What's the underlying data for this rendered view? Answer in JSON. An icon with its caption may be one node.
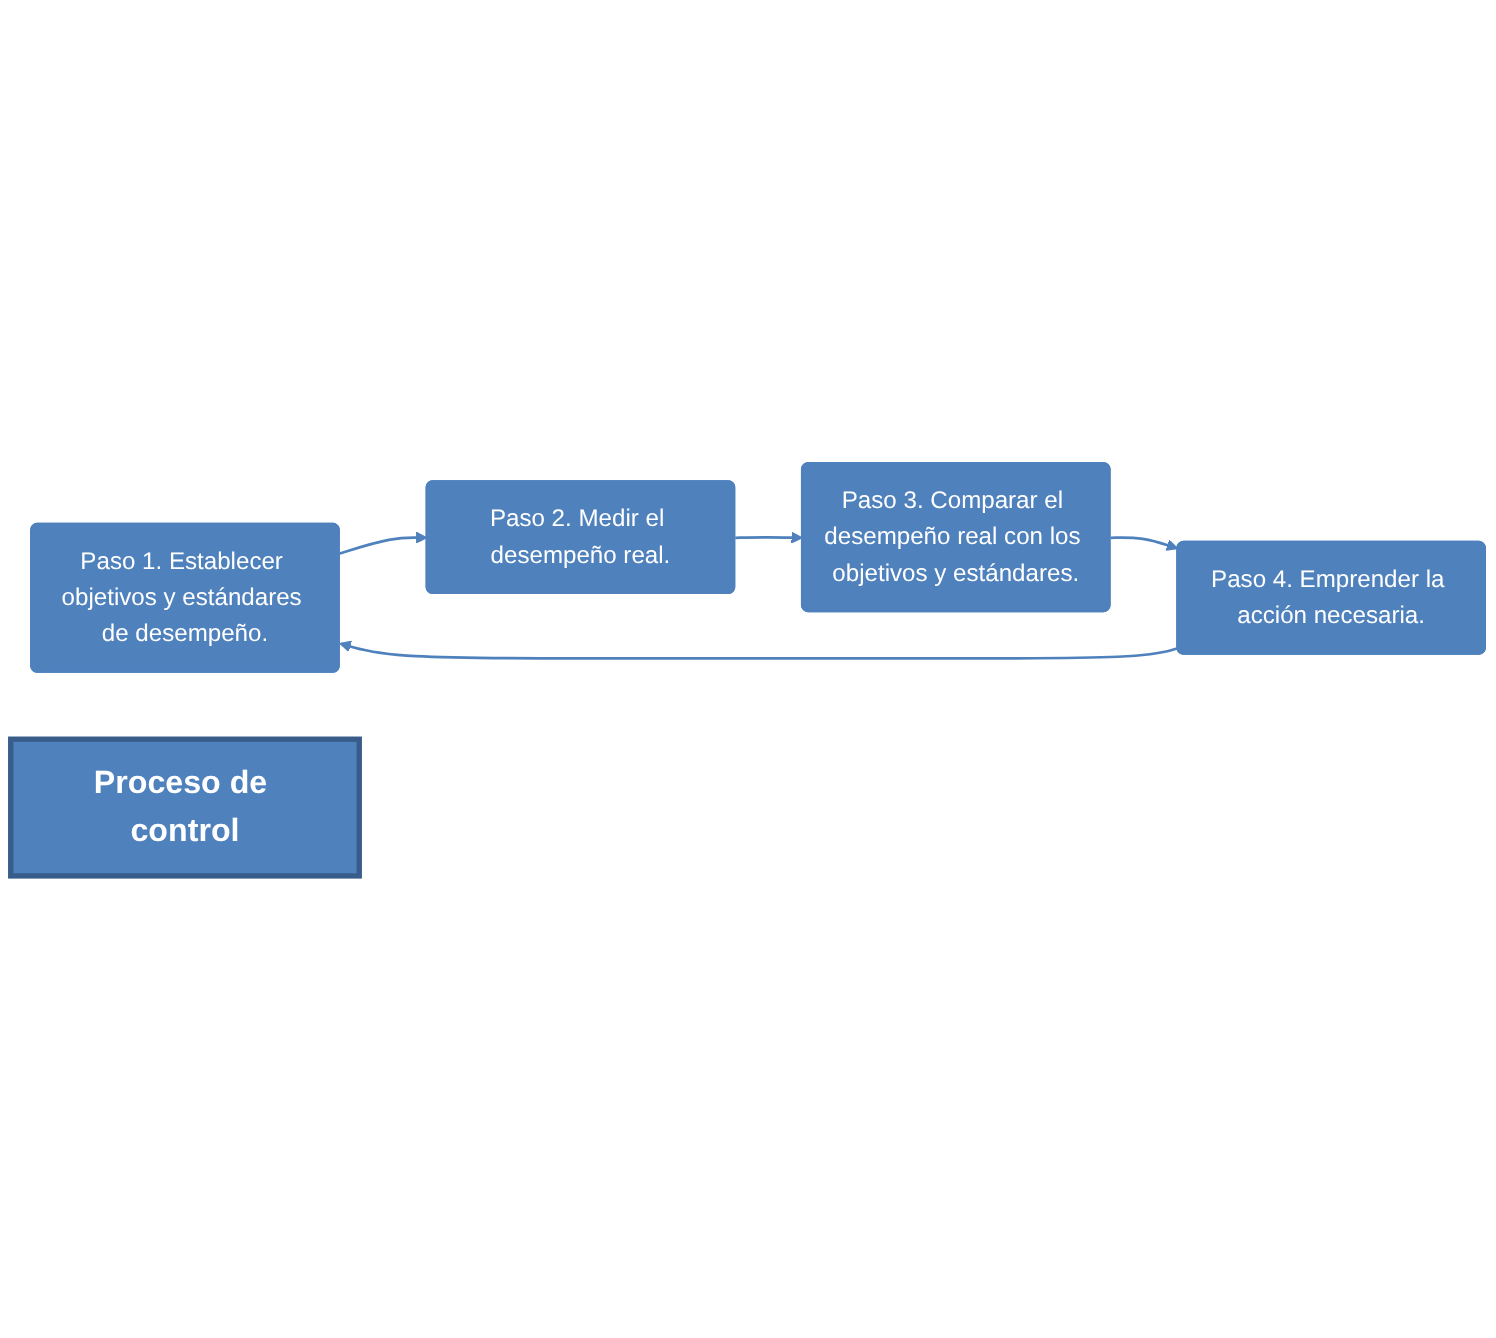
{
  "diagram": {
    "nodes": [
      {
        "text": [
          "Paso 1. Establecer objetivos y estándares de desempeño."
        ]
      },
      {
        "text": [
          "Paso 2. Medir el desempeño real."
        ]
      },
      {
        "text": [
          "Paso 3. Comparar el desempeño real con los objetivos y estándares."
        ]
      },
      {
        "text": [
          "Paso 4. Emprender la acción necesaria."
        ]
      },
      {
        "text": [
          "Proceso de control"
        ]
      }
    ],
    "edges": [
      {
        "from": 0,
        "to": 1,
        "arrow": "to"
      },
      {
        "from": 1,
        "to": 2,
        "arrow": "to"
      },
      {
        "from": 2,
        "to": 3,
        "arrow": "to"
      },
      {
        "from": 3,
        "to": 0,
        "arrow": "to"
      }
    ]
  }
}
